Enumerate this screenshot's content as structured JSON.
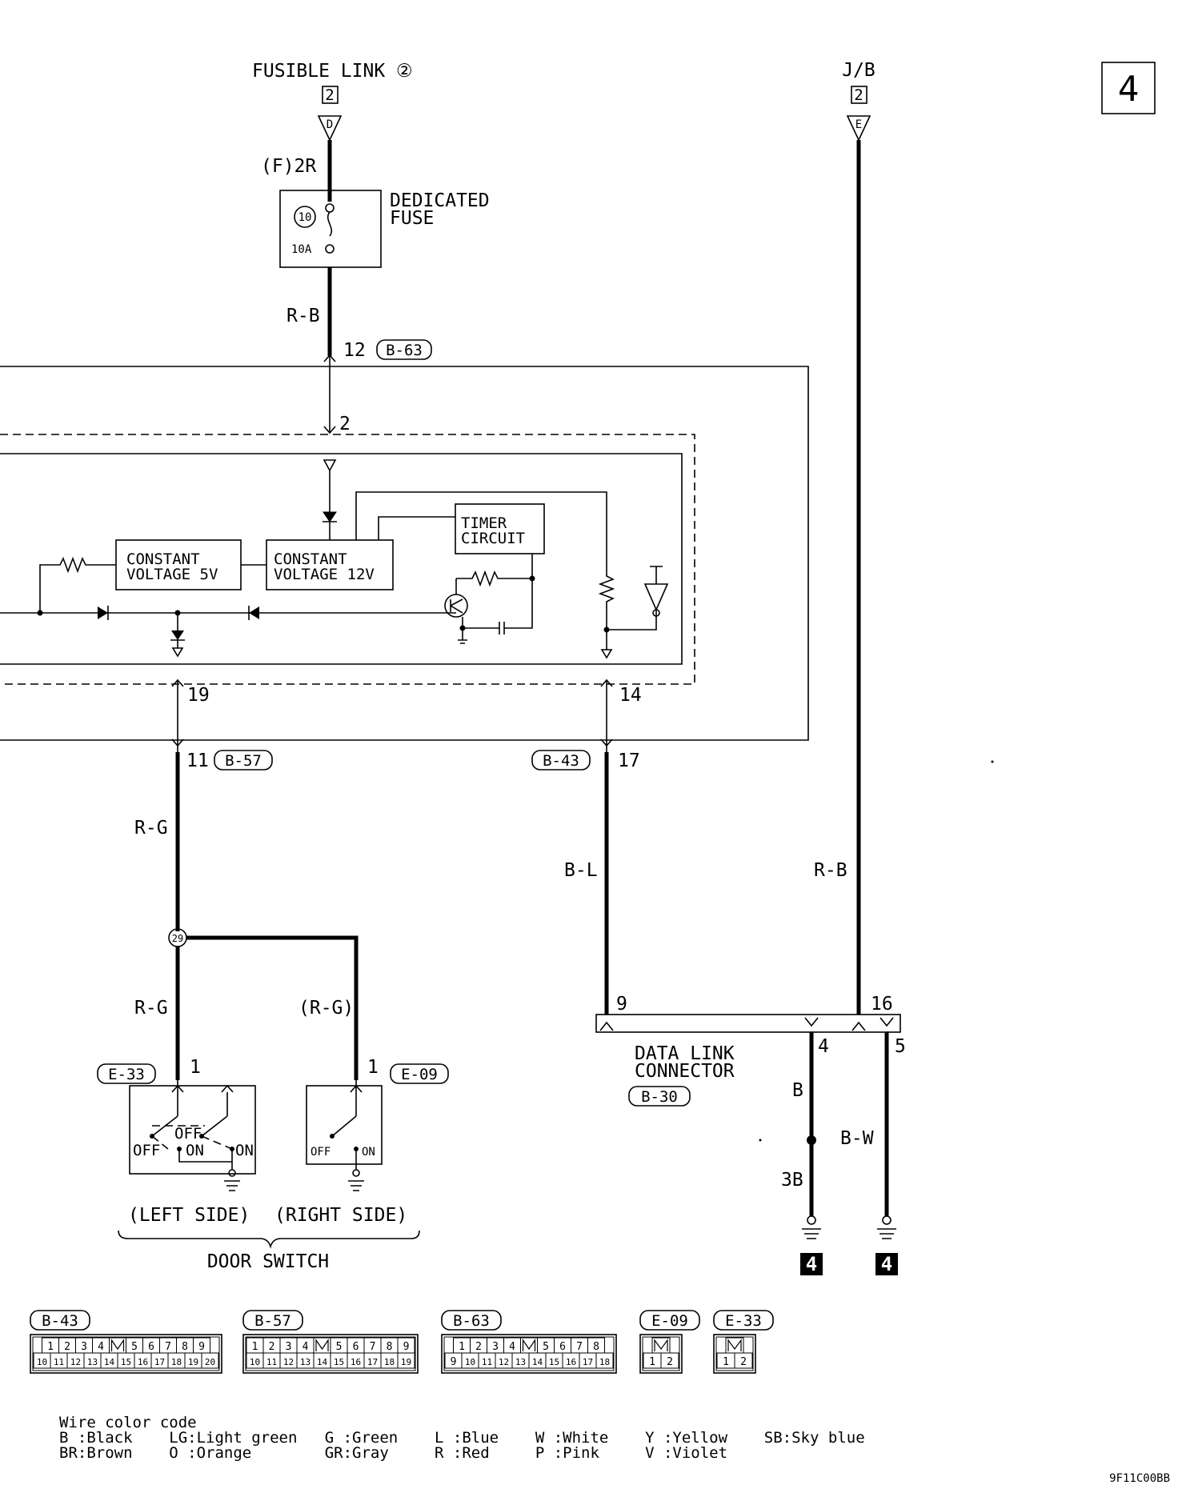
{
  "page": {
    "number": "4",
    "footer_code": "9F11C00BB"
  },
  "power": {
    "fusible_link": "FUSIBLE LINK ②",
    "fusible_terminal": "2",
    "fusible_connector": "D",
    "wire_in": "(F)2R",
    "fuse_title": "DEDICATED",
    "fuse_title2": "FUSE",
    "fuse_number": "10",
    "fuse_rating": "10A",
    "wire_fuse_out": "R-B",
    "jb_label": "J/B",
    "jb_terminal": "2",
    "jb_connector": "E"
  },
  "unit": {
    "pin_in": "12",
    "connector_in": "B-63",
    "inner_pin": "2",
    "cv5": "CONSTANT",
    "cv5b": "VOLTAGE 5V",
    "cv12": "CONSTANT",
    "cv12b": "VOLTAGE 12V",
    "timer": "TIMER",
    "timer2": "CIRCUIT",
    "inner_pin_a": "19",
    "inner_pin_b": "14",
    "outer_pin_a": "11",
    "connector_a": "B-57",
    "outer_pin_b": "17",
    "connector_b": "B-43"
  },
  "wires": {
    "r_g_1": "R-G",
    "r_g_2": "R-G",
    "r_g_3": "(R-G)",
    "b_l": "B-L",
    "r_b": "R-B",
    "b": "B",
    "b_w": "B-W",
    "ground_3b": "3B",
    "junction": "29"
  },
  "door_switch": {
    "left_connector": "E-33",
    "left_pin": "1",
    "right_connector": "E-09",
    "right_pin": "1",
    "off": "OFF",
    "on": "ON",
    "left_side": "(LEFT SIDE)",
    "right_side": "(RIGHT SIDE)",
    "title": "DOOR SWITCH"
  },
  "dlc": {
    "title": "DATA LINK",
    "title2": "CONNECTOR",
    "connector": "B-30",
    "pin_9": "9",
    "pin_16": "16",
    "pin_4": "4",
    "pin_5": "5",
    "ground_ref": "4"
  },
  "connector_faces": [
    {
      "name": "B-43",
      "row1": [
        "1",
        "2",
        "3",
        "4",
        "",
        "5",
        "6",
        "7",
        "8",
        "9"
      ],
      "row2": [
        "10",
        "11",
        "12",
        "13",
        "14",
        "15",
        "16",
        "17",
        "18",
        "19",
        "20"
      ]
    },
    {
      "name": "B-57",
      "row1": [
        "1",
        "2",
        "3",
        "4",
        "",
        "5",
        "6",
        "7",
        "8",
        "9"
      ],
      "row2": [
        "10",
        "11",
        "12",
        "13",
        "14",
        "15",
        "16",
        "17",
        "18",
        "19"
      ]
    },
    {
      "name": "B-63",
      "row1": [
        "1",
        "2",
        "3",
        "4",
        "",
        "5",
        "6",
        "7",
        "8"
      ],
      "row2": [
        "9",
        "10",
        "11",
        "12",
        "13",
        "14",
        "15",
        "16",
        "17",
        "18"
      ]
    },
    {
      "name": "E-09",
      "row1": [
        ""
      ],
      "row2": [
        "1",
        "2"
      ]
    },
    {
      "name": "E-33",
      "row1": [
        ""
      ],
      "row2": [
        "1",
        "2"
      ]
    }
  ],
  "legend": {
    "title": "Wire color code",
    "line1": "B :Black    LG:Light green   G :Green    L :Blue    W :White    Y :Yellow    SB:Sky blue",
    "line2": "BR:Brown    O :Orange        GR:Gray     R :Red     P :Pink     V :Violet"
  }
}
